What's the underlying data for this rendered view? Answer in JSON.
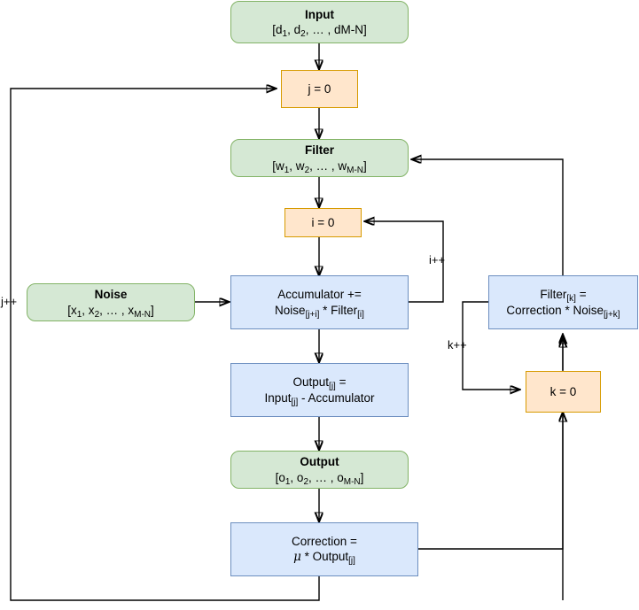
{
  "diagram": {
    "title": "LMS adaptive noise cancellation flowchart",
    "colors": {
      "green_fill": "#d5e8d4",
      "green_stroke": "#82b366",
      "orange_fill": "#ffe6cc",
      "orange_stroke": "#d79b00",
      "blue_fill": "#dae8fc",
      "blue_stroke": "#6c8ebf",
      "edge": "#000000",
      "background": "#ffffff"
    },
    "nodes": {
      "input": {
        "title": "Input",
        "body_prefix": "[d",
        "body": "[d1, d2, … , dM-N]",
        "sub1": "1",
        "sub2": "2",
        "tail": "dM-N]"
      },
      "j_init": {
        "label": "j = 0"
      },
      "filter": {
        "title": "Filter",
        "body": "[w1, w2, … , wM-N]",
        "sub1": "1",
        "sub2": "2",
        "sub3": "M-N"
      },
      "i_init": {
        "label": "i = 0"
      },
      "noise": {
        "title": "Noise",
        "body": "[x1, x2, … , xM-N]",
        "sub1": "1",
        "sub2": "2",
        "sub3": "M-N"
      },
      "accumulator": {
        "line1": "Accumulator +=",
        "line2": "Noise[j+i] * Filter[i]",
        "sub_noise": "[j+i]",
        "sub_filter": "[i]"
      },
      "output_calc": {
        "line1": "Output[j] =",
        "line2": "Input[j] - Accumulator",
        "sub_output": "[j]",
        "sub_input": "[j]"
      },
      "output": {
        "title": "Output",
        "body": "[o1, o2, … , oM-N]",
        "sub1": "1",
        "sub2": "2",
        "sub3": "M-N"
      },
      "correction": {
        "line1": "Correction =",
        "mu": "μ",
        "line2_rest": " * Output",
        "sub_output": "[j]"
      },
      "filter_update": {
        "line1": "Filter[k] =",
        "sub_filter": "[k]",
        "line2": "Correction * Noise[j+k]",
        "sub_noise": "[j+k]"
      },
      "k_init": {
        "label": "k = 0"
      }
    },
    "edge_labels": {
      "j_increment": "j++",
      "i_increment": "i++",
      "k_increment": "k++"
    }
  }
}
